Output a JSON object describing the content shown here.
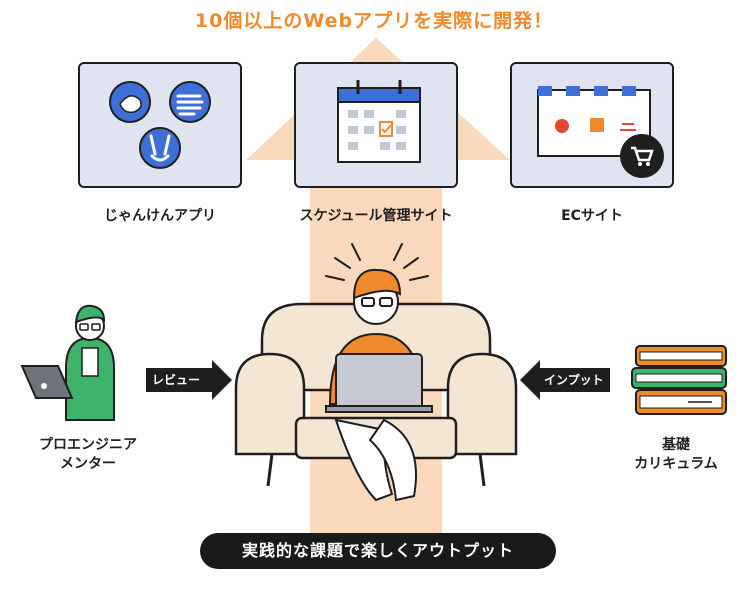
{
  "headline": "10個以上のWebアプリを実際に開発！",
  "apps": [
    {
      "label": "じゃんけんアプリ"
    },
    {
      "label": "スケジュール管理サイト"
    },
    {
      "label": "ECサイト"
    }
  ],
  "left": {
    "arrow_label": "レビュー",
    "label_line1": "プロエンジニア",
    "label_line2": "メンター"
  },
  "right": {
    "arrow_label": "インプット",
    "label_line1": "基礎",
    "label_line2": "カリキュラム"
  },
  "banner": "実践的な課題で楽しくアウトプット",
  "colors": {
    "accent": "#f08a2c",
    "arrow_bg": "#fbd9bd",
    "card_bg": "#e0e4f0",
    "ink": "#1f1f1f",
    "mentor_green": "#3db36b",
    "calendar_blue": "#3d6fd6"
  }
}
